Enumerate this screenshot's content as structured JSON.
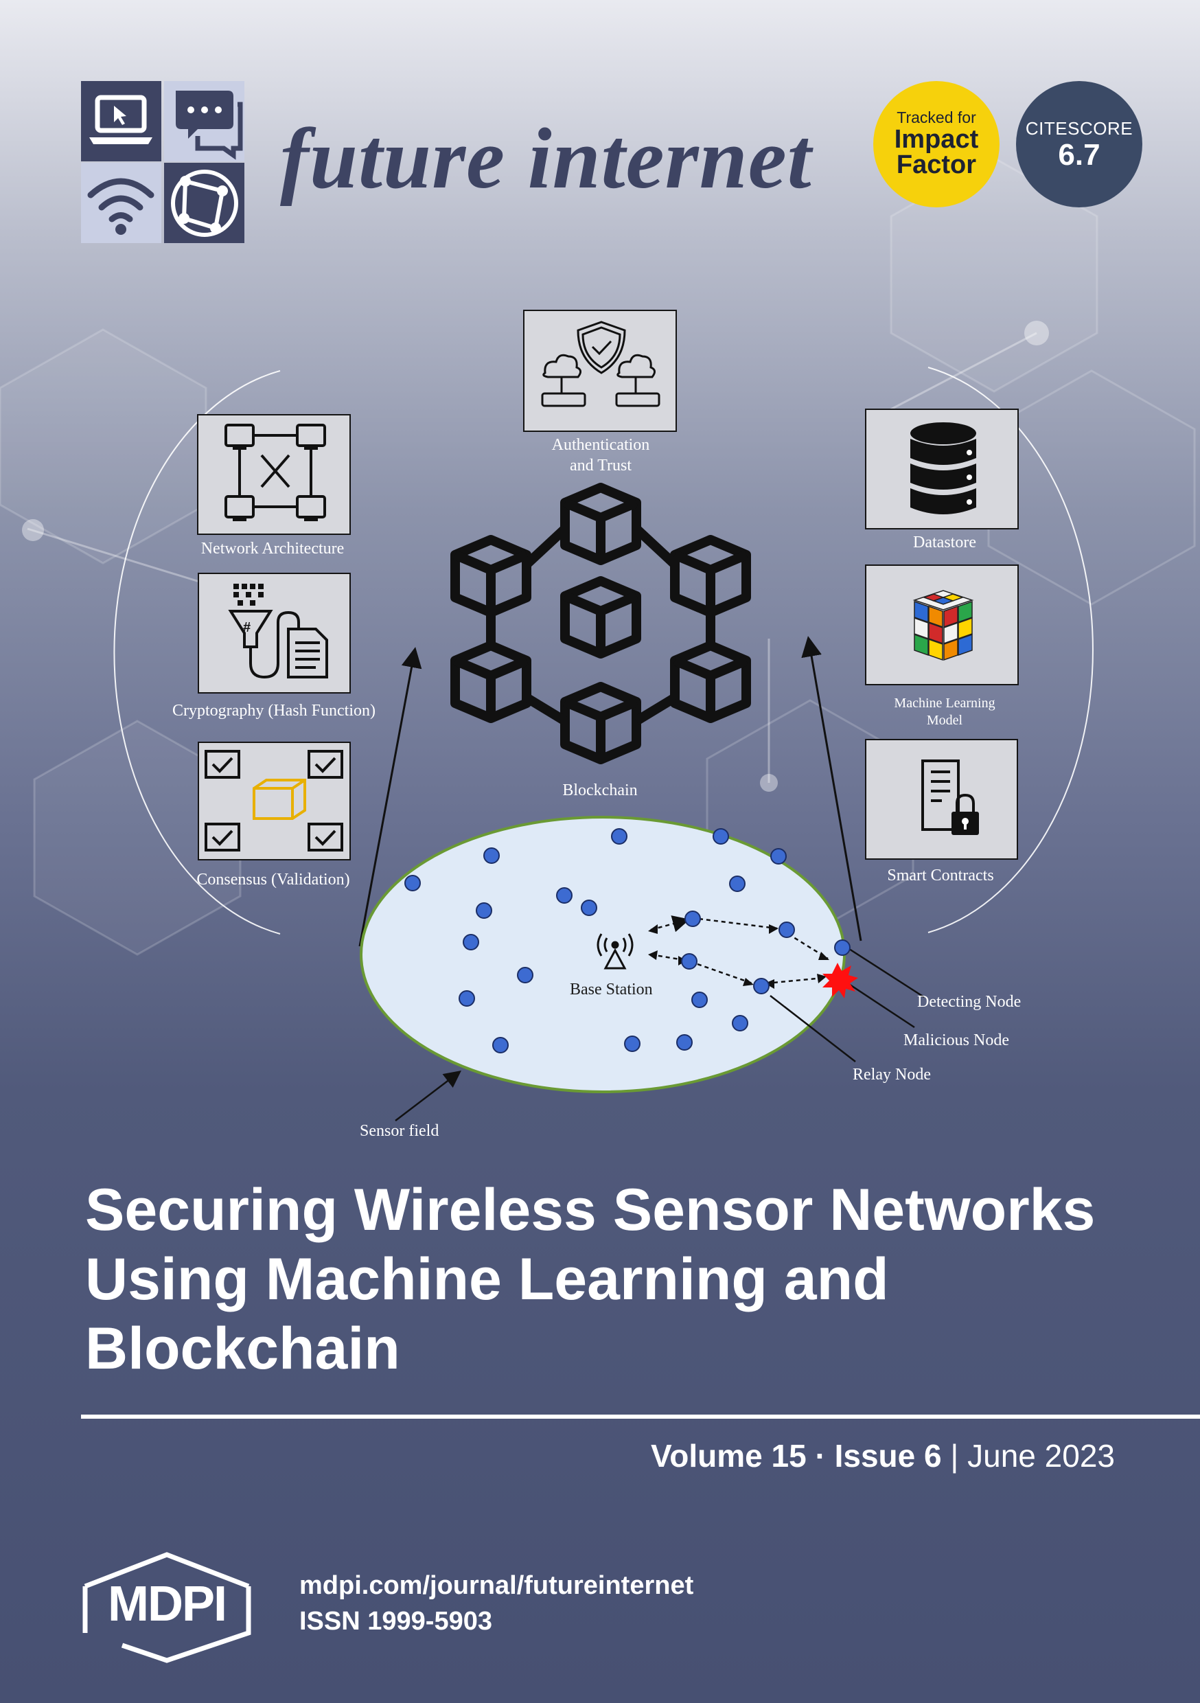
{
  "header": {
    "journal_title": "future internet",
    "badge_impact": {
      "line1": "Tracked for",
      "line2": "Impact",
      "line3": "Factor"
    },
    "badge_citescore": {
      "label": "CITESCORE",
      "value": "6.7"
    }
  },
  "figure": {
    "authentication_label_1": "Authentication",
    "authentication_label_2": "and Trust",
    "network_architecture_label": "Network Architecture",
    "cryptography_label": "Cryptography (Hash Function)",
    "consensus_label": "Consensus (Validation)",
    "blockchain_label": "Blockchain",
    "datastore_label": "Datastore",
    "ml_label_1": "Machine Learning",
    "ml_label_2": "Model",
    "smart_contracts_label": "Smart Contracts",
    "base_station_label": "Base Station",
    "detecting_node_label": "Detecting Node",
    "malicious_node_label": "Malicious Node",
    "relay_node_label": "Relay Node",
    "sensor_field_label": "Sensor field"
  },
  "article": {
    "title_line1": "Securing Wireless Sensor Networks",
    "title_line2": "Using Machine Learning and",
    "title_line3": "Blockchain"
  },
  "issue": {
    "volume": "Volume 15",
    "separator": " · ",
    "issue": "Issue 6",
    "bar": " | ",
    "date": "June 2023"
  },
  "footer": {
    "publisher": "MDPI",
    "url": "mdpi.com/journal/futureinternet",
    "issn": "ISSN 1999-5903"
  },
  "colors": {
    "title_blue": "#3e4463",
    "badge_yellow": "#f6d10c",
    "badge_navy": "#3b4a66",
    "node_blue": "#3d6bd1",
    "field_fill": "#dfeaf7",
    "malicious_red": "#ff1010"
  }
}
